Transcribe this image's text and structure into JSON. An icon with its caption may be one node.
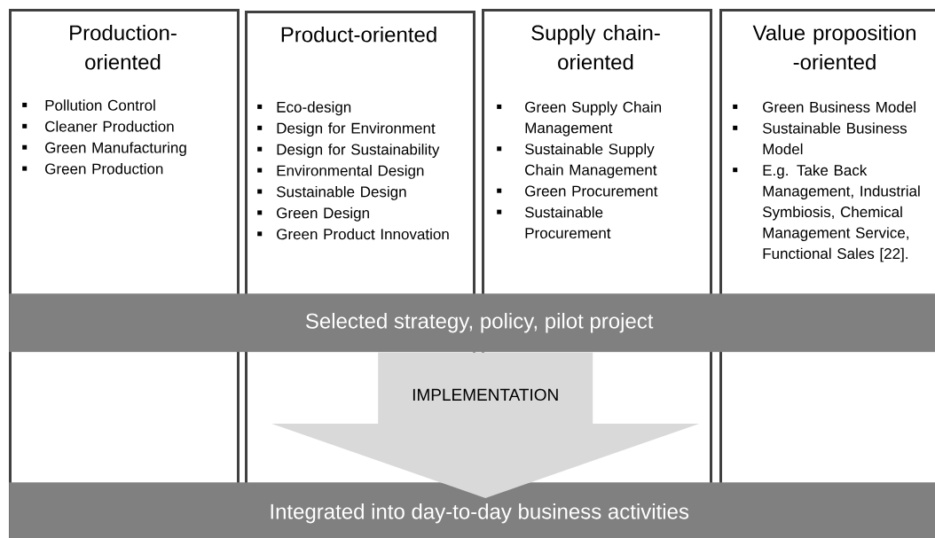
{
  "diagram": {
    "nodes": [
      {
        "text": [
          "Production-oriented",
          "Pollution Control",
          "Cleaner Production",
          "Green Manufacturing",
          "Green Production"
        ]
      },
      {
        "text": [
          "Product-oriented",
          "Eco-design",
          "Design for Environment",
          "Design for Sustainability",
          "Environmental Design",
          "Sustainable Design",
          "Green Design",
          "Green Product Innovation"
        ]
      },
      {
        "text": [
          "Supply chain-oriented",
          "Green Supply Chain Management",
          "Sustainable Supply Chain Management",
          "Green Procurement",
          "Sustainable Procurement"
        ]
      },
      {
        "text": [
          "Value proposition -oriented",
          "Green Business Model",
          "Sustainable Business Model",
          "E.g. Take Back Management, Industrial Symbiosis, Chemical Management Service, Functional Sales [22]."
        ]
      },
      {
        "text": [
          "Selected strategy, policy, pilot project"
        ]
      },
      {
        "text": [
          "Integrated into day-to-day business activities"
        ]
      }
    ],
    "edges": [
      {
        "from": 4,
        "to": 5,
        "arrow": "to",
        "label": "IMPLEMENTATION"
      }
    ]
  }
}
